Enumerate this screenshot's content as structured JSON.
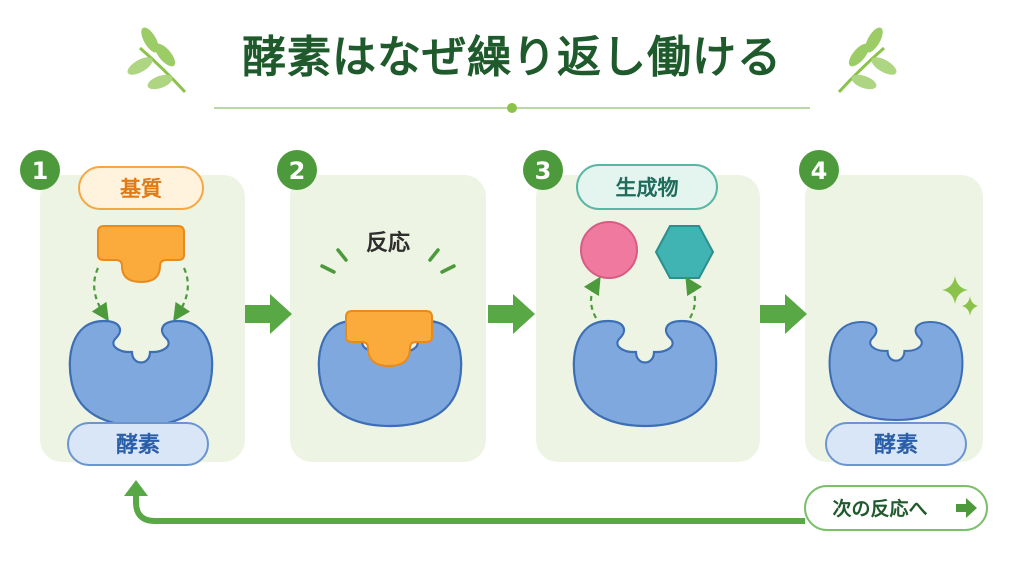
{
  "title": "酵素はなぜ繰り返し働ける",
  "colors": {
    "panel_bg": "#eef4e4",
    "step_green": "#4c9a3c",
    "arrow_green": "#58a845",
    "enzyme_fill": "#7fa8df",
    "enzyme_stroke": "#3d6fb5",
    "substrate_fill": "#fbab3c",
    "substrate_stroke": "#e88b1e",
    "product_pink": "#f07a9f",
    "product_teal": "#3fb4b2",
    "title_green": "#1f5a2c"
  },
  "steps": [
    {
      "number": "1",
      "label": "基質",
      "bottom_label": "酵素"
    },
    {
      "number": "2",
      "label": "反応"
    },
    {
      "number": "3",
      "label": "生成物"
    },
    {
      "number": "4",
      "bottom_label": "酵素"
    }
  ],
  "next_reaction": "次の反応へ",
  "icons": [
    "leaf-icon",
    "sparkle-icon",
    "arrow-right-icon",
    "loop-arrow-icon"
  ]
}
